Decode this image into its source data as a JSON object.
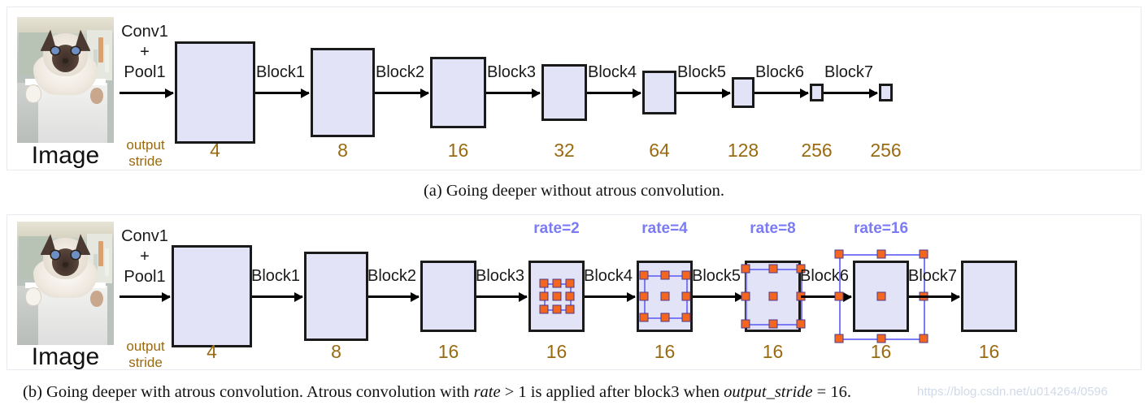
{
  "figure": {
    "caption_a": "(a) Going deeper without atrous convolution.",
    "caption_b_pre": "(b) Going deeper with atrous convolution. Atrous convolution with ",
    "caption_b_rate": "rate",
    "caption_b_mid": " > 1 is applied after block3 when ",
    "caption_b_os": "output_stride",
    "caption_b_post": " = 16.",
    "watermark": "https://blog.csdn.net/u014264/0596"
  },
  "colors": {
    "box_fill": "#e3e3f7",
    "box_border": "#1a1a1a",
    "stride_text": "#9a6a11",
    "rate_text": "#7b7bf5",
    "kernel_dot": "#f4651f",
    "kernel_line": "#7b7bf5"
  },
  "panel_a": {
    "image_label": "Image",
    "first_op": "Conv1\n+\nPool1",
    "first_op_line1": "Conv1",
    "first_op_line2": "+",
    "first_op_line3": "Pool1",
    "output_stride_line1": "output",
    "output_stride_line2": "stride",
    "arrow_labels": [
      "Block1",
      "Block2",
      "Block3",
      "Block4",
      "Block5",
      "Block6",
      "Block7"
    ],
    "strides": [
      "4",
      "8",
      "16",
      "32",
      "64",
      "128",
      "256",
      "256"
    ],
    "stages": [
      {
        "stride": "4",
        "w": 99,
        "h": 126
      },
      {
        "stride": "8",
        "w": 79,
        "h": 110
      },
      {
        "stride": "16",
        "w": 69,
        "h": 88
      },
      {
        "stride": "32",
        "w": 56,
        "h": 70
      },
      {
        "stride": "64",
        "w": 42,
        "h": 54
      },
      {
        "stride": "128",
        "w": 28,
        "h": 38
      },
      {
        "stride": "256",
        "w": 17,
        "h": 22
      },
      {
        "stride": "256",
        "w": 17,
        "h": 22
      }
    ]
  },
  "panel_b": {
    "image_label": "Image",
    "first_op_line1": "Conv1",
    "first_op_line2": "+",
    "first_op_line3": "Pool1",
    "output_stride_line1": "output",
    "output_stride_line2": "stride",
    "arrow_labels": [
      "Block1",
      "Block2",
      "Block3",
      "Block4",
      "Block5",
      "Block6",
      "Block7"
    ],
    "strides": [
      "4",
      "8",
      "16",
      "16",
      "16",
      "16",
      "16",
      "16"
    ],
    "rate_labels": [
      "rate=2",
      "rate=4",
      "rate=8",
      "rate=16"
    ],
    "stages": [
      {
        "stride": "4",
        "w": 99,
        "h": 126,
        "rate": null
      },
      {
        "stride": "8",
        "w": 79,
        "h": 110,
        "rate": null
      },
      {
        "stride": "16",
        "w": 69,
        "h": 88,
        "rate": null
      },
      {
        "stride": "16",
        "w": 69,
        "h": 88,
        "rate": "rate=2",
        "spacing": 16
      },
      {
        "stride": "16",
        "w": 69,
        "h": 88,
        "rate": "rate=4",
        "spacing": 26
      },
      {
        "stride": "16",
        "w": 69,
        "h": 88,
        "rate": "rate=8",
        "spacing": 34
      },
      {
        "stride": "16",
        "w": 69,
        "h": 88,
        "rate": "rate=16",
        "spacing": 52
      },
      {
        "stride": "16",
        "w": 69,
        "h": 88,
        "rate": null
      }
    ]
  }
}
